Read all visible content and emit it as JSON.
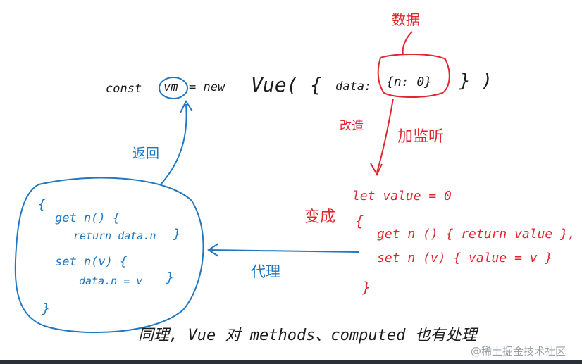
{
  "top_code": {
    "const": "const",
    "vm": "vm",
    "equals_new": "= new",
    "vue": "Vue( {",
    "data_key": "data:",
    "data_obj": "{n: 0}",
    "closing": "} )"
  },
  "labels": {
    "shuju": "数据",
    "gaizao": "改造",
    "jiajianting": "加监听",
    "fanhui": "返回",
    "biancheng": "变成",
    "daili": "代理"
  },
  "red_code": {
    "let_value": "let value = 0",
    "open_brace": "{",
    "getter": "get n () { return value },",
    "setter": "set n (v) { value = v }",
    "close_brace": "}"
  },
  "blue_code": {
    "open_brace": "{",
    "getter": "get n() {",
    "getter_body": "return data.n",
    "getter_close": "}",
    "setter": "set n(v) {",
    "setter_body": "data.n = v",
    "setter_close": "}",
    "close_brace": "}"
  },
  "bottom_note": "同理, Vue 对 methods、computed 也有处理",
  "watermark": "@稀土掘金技术社区",
  "colors": {
    "ink_black": "#1c1c1c",
    "ink_red": "#e02630",
    "ink_blue": "#1f78c1"
  }
}
